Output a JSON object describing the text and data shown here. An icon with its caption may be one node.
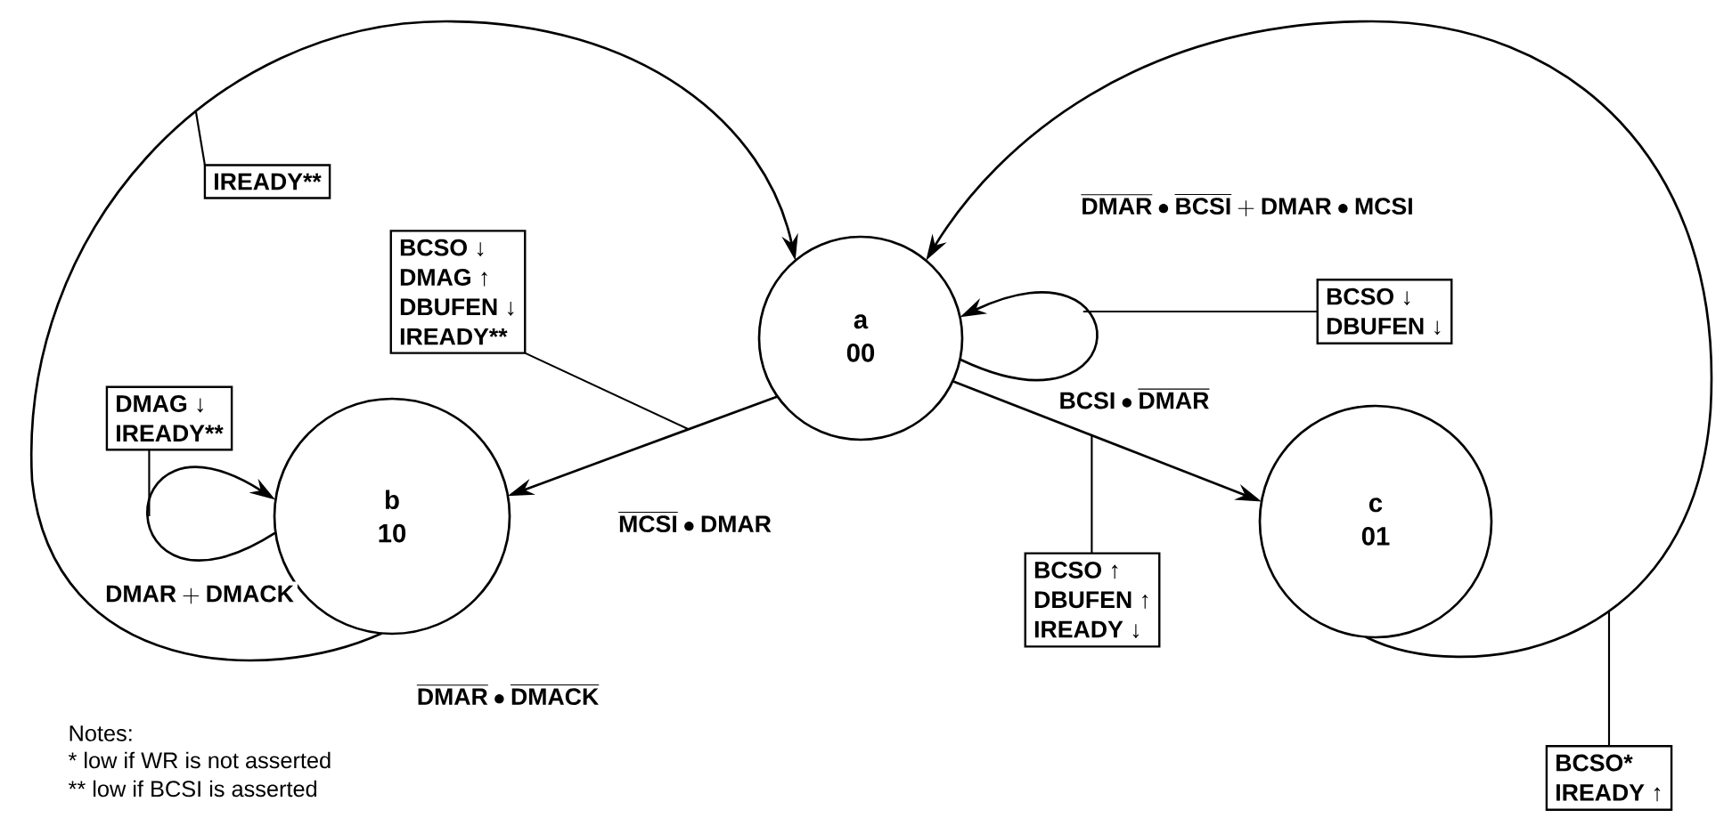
{
  "diagram": {
    "nodes": [
      {
        "text": [
          "a",
          "00"
        ]
      },
      {
        "text": [
          "b",
          "10"
        ]
      },
      {
        "text": [
          "c",
          "01"
        ]
      },
      {
        "text": [
          "IREADY**"
        ]
      },
      {
        "text": [
          "BCSO ↓",
          "DMAG ↑",
          "DBUFEN ↓",
          "IREADY**"
        ]
      },
      {
        "text": [
          "DMAG ↓",
          "IREADY**"
        ]
      },
      {
        "text": [
          "BCSO ↓",
          "DBUFEN ↓"
        ]
      },
      {
        "text": [
          "BCSO ↑",
          "DBUFEN ↑",
          "IREADY ↓"
        ]
      },
      {
        "text": [
          "BCSO*",
          "IREADY ↑"
        ]
      }
    ],
    "edges": [
      {
        "from": 0,
        "to": 0,
        "arrow": "to",
        "label": "\\overline{\\mbox{DMAR}} \\bullet \\overline{\\mbox{BCSI}} + \\mbox{DMAR} \\bullet \\mbox{MCSI}"
      },
      {
        "from": 0,
        "to": 1,
        "arrow": "to",
        "label": "\\overline{\\mbox{MCSI}} \\bullet \\mbox{DMAR}"
      },
      {
        "from": 0,
        "to": 2,
        "arrow": "to",
        "label": "\\mbox{BCSI} \\bullet \\overline{\\mbox{DMAR}}"
      },
      {
        "from": 1,
        "to": 1,
        "arrow": "to",
        "label": "\\mbox{DMAR} + \\mbox{DMACK}"
      },
      {
        "from": 1,
        "to": 0,
        "arrow": "to",
        "label": "\\overline{\\mbox{DMAR}} \\bullet \\overline{\\mbox{DMACK}}"
      },
      {
        "from": 2,
        "to": 0,
        "arrow": "to"
      },
      {
        "from": 3,
        "to": null,
        "arrow": "none"
      },
      {
        "from": 4,
        "to": null,
        "arrow": "none"
      },
      {
        "from": 5,
        "to": null,
        "arrow": "none"
      },
      {
        "from": 6,
        "to": null,
        "arrow": "none"
      },
      {
        "from": 7,
        "to": null,
        "arrow": "none"
      },
      {
        "from": 8,
        "to": null,
        "arrow": "none"
      }
    ],
    "labels": [
      "Notes:",
      "* low if WR is not asserted",
      "** low if BCSI is asserted"
    ]
  }
}
